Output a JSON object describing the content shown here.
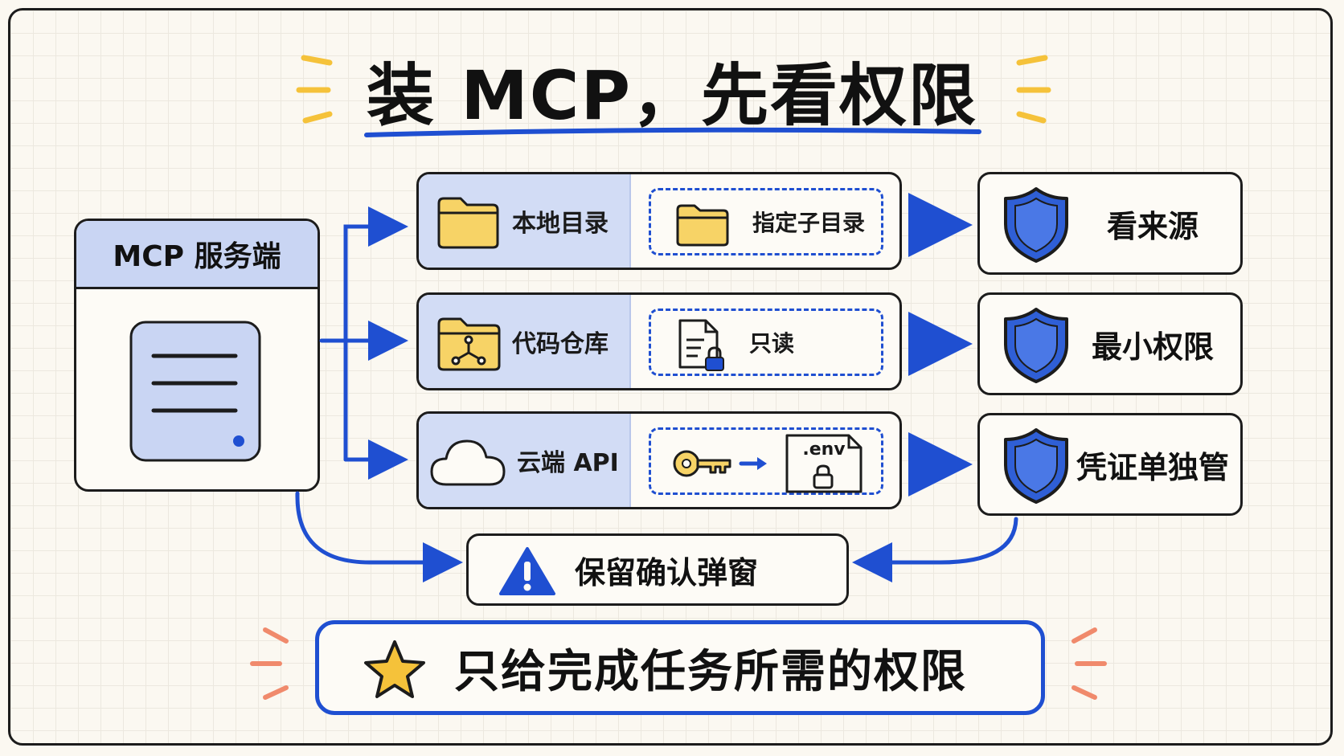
{
  "title": "装 MCP，先看权限",
  "server": {
    "label": "MCP 服务端"
  },
  "rows": [
    {
      "label": "本地目录",
      "scope": "指定子目录",
      "principle": "看来源"
    },
    {
      "label": "代码仓库",
      "scope": "只读",
      "principle": "最小权限"
    },
    {
      "label": "云端 API",
      "scope_file": ".env",
      "principle": "凭证单独管"
    }
  ],
  "confirm": {
    "label": "保留确认弹窗"
  },
  "footer": {
    "label": "只给完成任务所需的权限"
  },
  "colors": {
    "accent": "#1f4fd1",
    "panel": "#d2dcf5",
    "folder": "#f7d366",
    "shield": "#2f5fd6",
    "warning": "#1f4fd1",
    "spark_yellow": "#f5c23a",
    "spark_red": "#f08a6c"
  },
  "icons": {
    "row_icons": [
      "folder-icon",
      "repo-folder-icon",
      "cloud-icon"
    ],
    "scope_icons": [
      "folder-icon",
      "locked-document-icon",
      "key-icon"
    ],
    "principle_icon": "shield-icon",
    "confirm_icon": "warning-icon",
    "footer_icon": "star-icon"
  }
}
